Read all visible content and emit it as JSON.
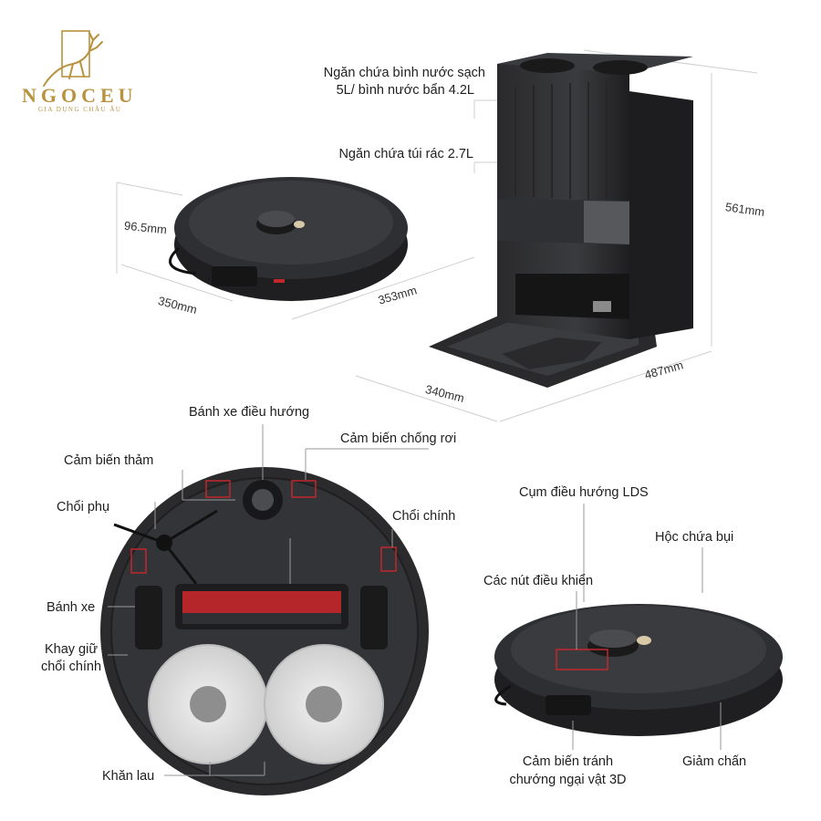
{
  "brand": {
    "name": "NGOCEU",
    "tagline": "GIA DỤNG CHÂU ÂU",
    "color": "#b8923f"
  },
  "station": {
    "water_tank_label_line1": "Ngăn chứa bình nước sạch",
    "water_tank_label_line2": "5L/ bình nước bẩn 4.2L",
    "dust_bag_label": "Ngăn chứa túi rác 2.7L",
    "height": "561mm",
    "depth": "487mm",
    "width": "340mm"
  },
  "robot_top": {
    "height": "96.5mm",
    "width": "350mm",
    "depth": "353mm"
  },
  "robot_bottom": {
    "labels": {
      "steering_wheel": "Bánh xe điều hướng",
      "cliff_sensor": "Cảm biến chống rơi",
      "carpet_sensor": "Cảm biến thảm",
      "side_brush": "Chổi phụ",
      "main_brush": "Chổi chính",
      "wheel": "Bánh xe",
      "brush_holder_line1": "Khay giữ",
      "brush_holder_line2": "chổi chính",
      "mop": "Khăn lau"
    }
  },
  "robot_side": {
    "labels": {
      "lds": "Cụm điều hướng LDS",
      "dustbin": "Hộc chứa bụi",
      "controls": "Các nút điều khiển",
      "obstacle_line1": "Cảm biến tránh",
      "obstacle_line2": "chướng ngại vật 3D",
      "bumper": "Giảm chấn"
    }
  },
  "colors": {
    "body": "#2b2b2d",
    "body_light": "#3d3e41",
    "accent_red": "#c0272d",
    "leader": "#9a9a9a",
    "mop": "#dedede"
  }
}
